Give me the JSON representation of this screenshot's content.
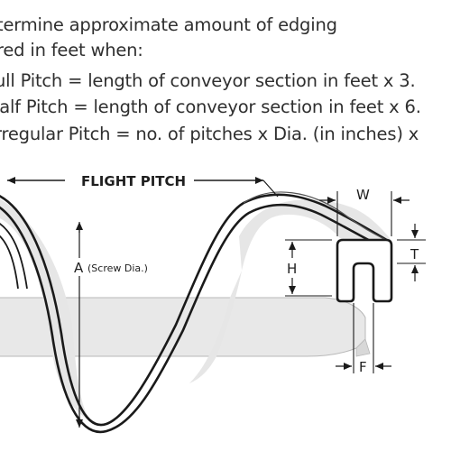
{
  "header": {
    "lines": [
      "termine approximate amount of edging",
      "red in feet when:",
      "ull Pitch = length of conveyor section in feet x 3.",
      "lalf Pitch = length of conveyor section in feet x 6.",
      "rregular Pitch = no. of pitches x Dia. (in inches) x"
    ]
  },
  "diagram": {
    "flight_pitch_label": "FLIGHT PITCH",
    "diameter_label": "A",
    "diameter_note": "(Screw Dia.)",
    "width_label": "W",
    "height_label": "H",
    "thickness_label": "T",
    "slot_label": "F"
  },
  "colors": {
    "line": "#1a1a1a",
    "shade": "#e6e6e6",
    "text": "#2f2f2f"
  }
}
